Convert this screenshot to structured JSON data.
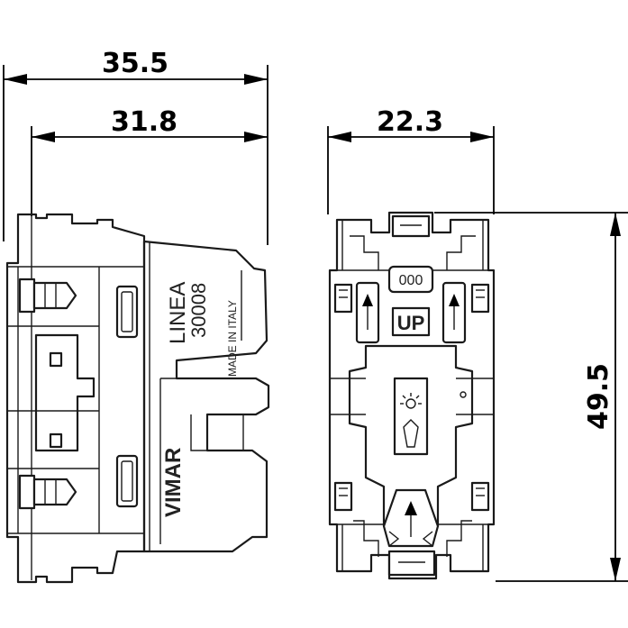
{
  "dimensions": {
    "overall_width": "35.5",
    "body_width": "31.8",
    "front_width": "22.3",
    "height": "49.5"
  },
  "side_view": {
    "series": "LINEA",
    "code": "30008",
    "origin": "MADE IN ITALY",
    "brand": "VIMAR"
  },
  "front_view": {
    "indicator": "000",
    "label": "UP"
  }
}
